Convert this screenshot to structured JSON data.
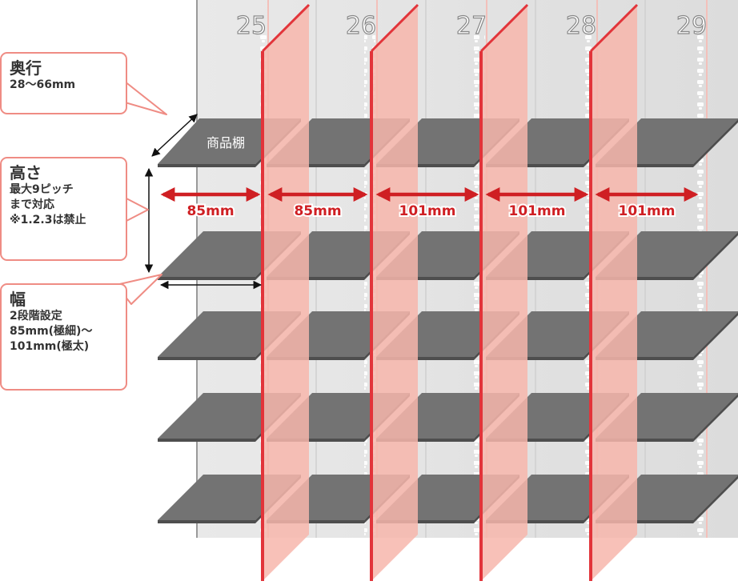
{
  "column_numbers": [
    "25",
    "26",
    "27",
    "28",
    "29"
  ],
  "shelf_label": "商品棚",
  "width_labels": [
    "85mm",
    "85mm",
    "101mm",
    "101mm",
    "101mm"
  ],
  "callouts": {
    "depth": {
      "title": "奥行",
      "lines": [
        "28〜66mm"
      ]
    },
    "height": {
      "title": "高さ",
      "lines": [
        "最大9ピッチ",
        "まで対応",
        "※1.2.3は禁止"
      ]
    },
    "width": {
      "title": "幅",
      "lines": [
        "2段階設定",
        "85mm(極細)〜",
        "101mm(極太)"
      ]
    }
  },
  "colors": {
    "divider_fill": "#f7b6ab",
    "divider_edge": "#e2343a",
    "shelf_fill": "#737373",
    "shelf_edge": "#4e4e4e",
    "arrow": "#cf1f23",
    "callout_border": "#ef8c84",
    "background_panel": "#e8e8e8"
  }
}
